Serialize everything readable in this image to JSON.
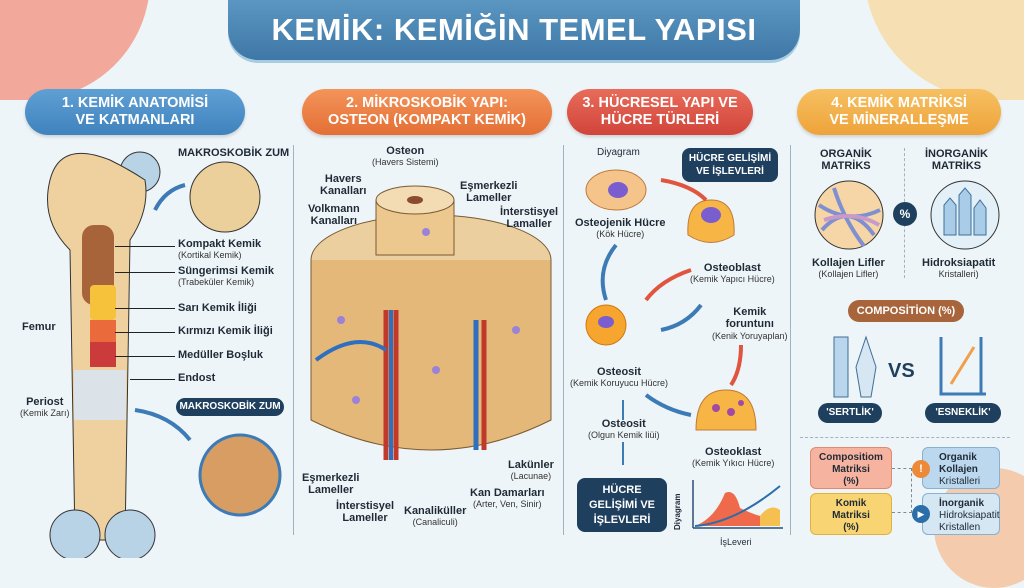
{
  "title": "KEMİK: KEMİĞİN TEMEL YAPISI",
  "sections": [
    {
      "line1": "1. KEMİK ANATOMİSİ",
      "line2": "VE KATMANLARI"
    },
    {
      "line1": "2. MİKROSKOBİK YAPI:",
      "line2": "OSTEON (KOMPAKT KEMİK)"
    },
    {
      "line1": "3. HÜCRESEL YAPI VE",
      "line2": "HÜCRE TÜRLERİ"
    },
    {
      "line1": "4. KEMİK MATRİKSİ",
      "line2": "VE MİNERALLEŞME"
    }
  ],
  "anatomy": {
    "zoom_top": "MAKROSKOBİK ZUM",
    "zoom_bottom": "MAKROSKOBİK ZUM",
    "femur": "Femur",
    "periost": "Periost",
    "periost_sub": "(Kemik Zarı)",
    "labels": [
      {
        "t": "Kompakt Kemik",
        "s": "(Kortikal Kemik)"
      },
      {
        "t": "Süngerimsi Kemik",
        "s": "(Trabeküler Kemik)"
      },
      {
        "t": "Sarı Kemik İliği",
        "s": ""
      },
      {
        "t": "Kırmızı Kemik İliği",
        "s": ""
      },
      {
        "t": "Medüller Boşluk",
        "s": ""
      },
      {
        "t": "Endost",
        "s": ""
      }
    ]
  },
  "osteon": {
    "osteon": "Osteon",
    "osteon_sub": "(Havers Sistemi)",
    "havers1": "Havers",
    "havers2": "Kanalları",
    "volk1": "Volkmann",
    "volk2": "Kanalları",
    "esm1": "Eşmerkezli",
    "esm2": "Lameller",
    "int1": "İnterstisyel",
    "int2": "Lamaller",
    "esm_b1": "Eşmerkezli",
    "esm_b2": "Lameller",
    "int_b1": "İnterstisyel",
    "int_b2": "Lameller",
    "kanal": "Kanaliküller",
    "kanal_sub": "(Canaliculi)",
    "kan": "Kan Damarları",
    "kan_sub": "(Arter, Ven, Sinir)",
    "lak": "Lakünler",
    "lak_sub": "(Lacunae)"
  },
  "cells": {
    "diagram": "Diyagram",
    "badge1": "HÜCRE GELİŞİMİ",
    "badge2": "VE İŞLEVLERİ",
    "osteojenik": "Osteojenik Hücre",
    "osteojenik_sub": "(Kök Hücre)",
    "osteoblast": "Osteoblast",
    "osteoblast_sub": "(Kemik Yapıcı Hücre)",
    "kemik1": "Kemik",
    "kemik2": "foruntunı",
    "kemik_sub": "(Kenik Yoruyaplan)",
    "osteosit": "Osteosit",
    "osteosit_sub": "(Kemik Koruyucu Hücre)",
    "osteosit2": "Osteosit",
    "osteosit2_sub": "(Olgun Kemik Iiüi)",
    "osteoklast": "Osteoklast",
    "osteoklast_sub": "(Kemik Yıkıcı Hücre)",
    "box1": "HÜCRE",
    "box2": "GELİŞİMİ VE",
    "box3": "İŞLEVLERİ",
    "chart_y": "Diyagram",
    "chart_x": "İşLeveri"
  },
  "matrix": {
    "org1": "ORGANİK",
    "org2": "MATRİKS",
    "inorg1": "İNORGANİK",
    "inorg2": "MATRİKS",
    "pct": "%",
    "koll": "Kollajen Lifler",
    "koll_sub": "(Kollajen Lifler)",
    "hidro": "Hidroksiapatit",
    "hidro_sub": "Kristalleri)",
    "composition": "COMPOSİTİON (%)",
    "vs": "VS",
    "sertlik": "'SERTLİK'",
    "esneklik": "'ESNEKLİK'",
    "box_a": [
      "Compositiom",
      "Matriksi",
      "(%)"
    ],
    "box_b": [
      "Komik",
      "Matriksi",
      "(%)"
    ],
    "box_c": [
      "Organik",
      "Kollajen",
      "Kristalleri"
    ],
    "box_d": [
      "İnorganik",
      "Hidroksiapatit",
      "Kristallen"
    ],
    "icon_c": "!"
  }
}
